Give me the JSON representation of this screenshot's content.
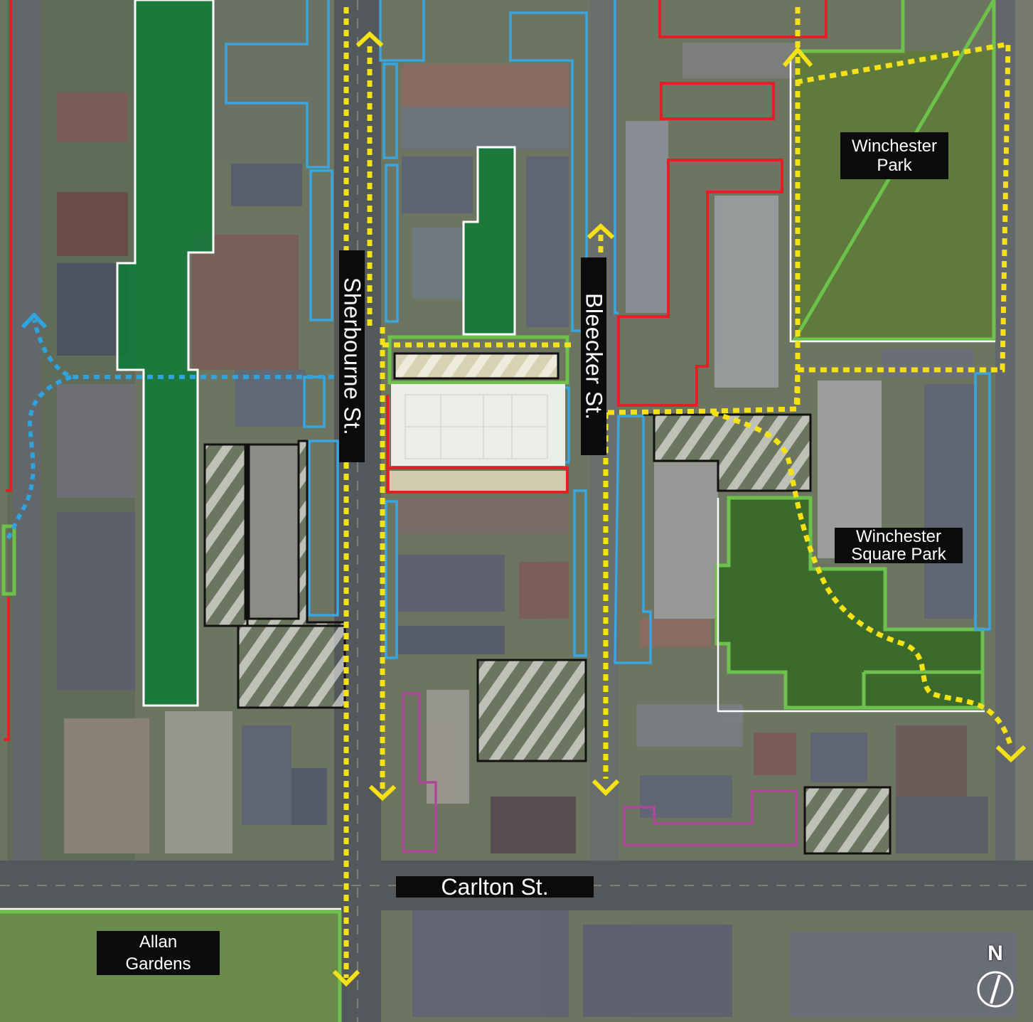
{
  "map": {
    "labels": {
      "winchester_park": [
        "Winchester",
        "Park"
      ],
      "winchester_square_park": [
        "Winchester",
        "Square Park"
      ],
      "allan_gardens": [
        "Allan",
        "Gardens"
      ],
      "sherbourne": "Sherbourne St.",
      "bleecker": "Bleecker St.",
      "carlton": "Carlton St."
    },
    "north_arrow": "N",
    "colors": {
      "green_boundary": "#6cc24a",
      "blue_boundary": "#3aa6e0",
      "red_boundary": "#e21f26",
      "magenta_boundary": "#b0489a",
      "yellow_route": "#f5e216",
      "blue_route": "#2ea3dd",
      "green_fill": "#0d7a36",
      "black_outline": "#111111"
    },
    "icons": [
      "north-arrow-icon",
      "route-arrow-icon"
    ]
  }
}
